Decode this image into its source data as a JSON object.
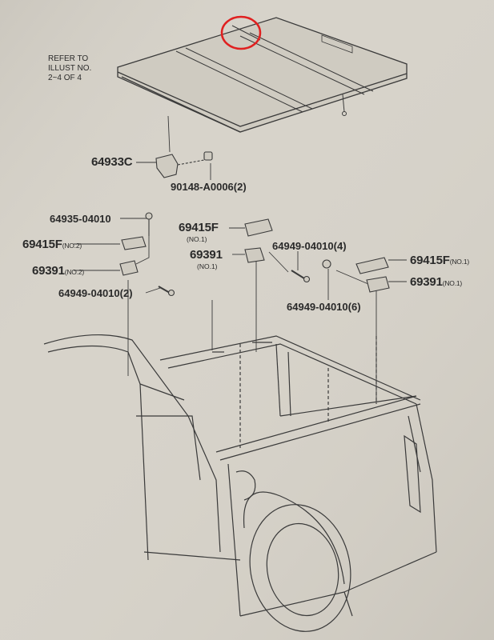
{
  "note": {
    "line1": "REFER TO",
    "line2": "ILLUST NO.",
    "line3": "2~4 OF 4"
  },
  "labels": {
    "p64933c": "64933C",
    "p90148": "90148-A0006(2)",
    "p64935": "64935-04010",
    "p69415f_left": "69415F",
    "p69415f_left_sub": "(NO.2)",
    "p69391_left": "69391",
    "p69391_left_sub": "(NO.2)",
    "p64949_left": "64949-04010(2)",
    "p69415f_mid": "69415F",
    "p69415f_mid_sub": "(NO.1)",
    "p69391_mid": "69391",
    "p69391_mid_sub": "(NO.1)",
    "p64949_mid": "64949-04010(4)",
    "p64949_bottom": "64949-04010(6)",
    "p69415f_right": "69415F",
    "p69415f_right_sub": "(NO.1)",
    "p69391_right": "69391",
    "p69391_right_sub": "(NO.1)"
  },
  "colors": {
    "paper": "#d7d3ca",
    "ink": "#3a3a3a",
    "highlight_circle": "#e02020"
  }
}
